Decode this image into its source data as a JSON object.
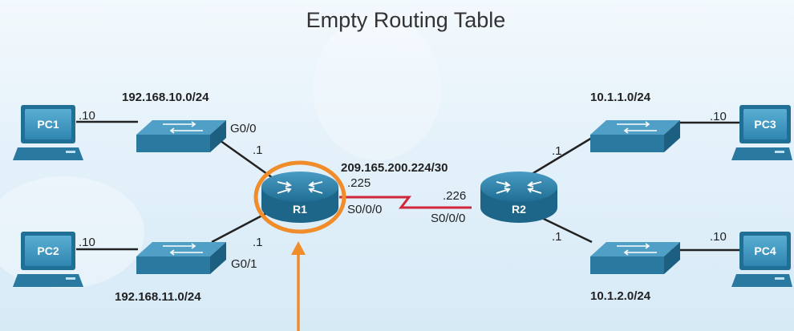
{
  "title": "Empty Routing Table",
  "networks": {
    "r1_g00_lan": "192.168.10.0/24",
    "r1_g01_lan": "192.168.11.0/24",
    "serial_link": "209.165.200.224/30",
    "r2_lan_top": "10.1.1.0/24",
    "r2_lan_bottom": "10.1.2.0/24"
  },
  "devices": {
    "pc1": "PC1",
    "pc2": "PC2",
    "pc3": "PC3",
    "pc4": "PC4",
    "r1": "R1",
    "r2": "R2"
  },
  "interfaces": {
    "r1_g00_name": "G0/0",
    "r1_g00_host": ".1",
    "r1_g01_name": "G0/1",
    "r1_g01_host": ".1",
    "r1_s000_name": "S0/0/0",
    "r1_s000_host": ".225",
    "r2_s000_name": "S0/0/0",
    "r2_s000_host": ".226",
    "r2_top_host": ".1",
    "r2_bottom_host": ".1",
    "pc1_host": ".10",
    "pc2_host": ".10",
    "pc3_host": ".10",
    "pc4_host": ".10"
  },
  "colors": {
    "device_blue": "#2e7fa4",
    "serial_link": "#d0283a",
    "highlight": "#f08c2a",
    "cable": "#222222"
  }
}
